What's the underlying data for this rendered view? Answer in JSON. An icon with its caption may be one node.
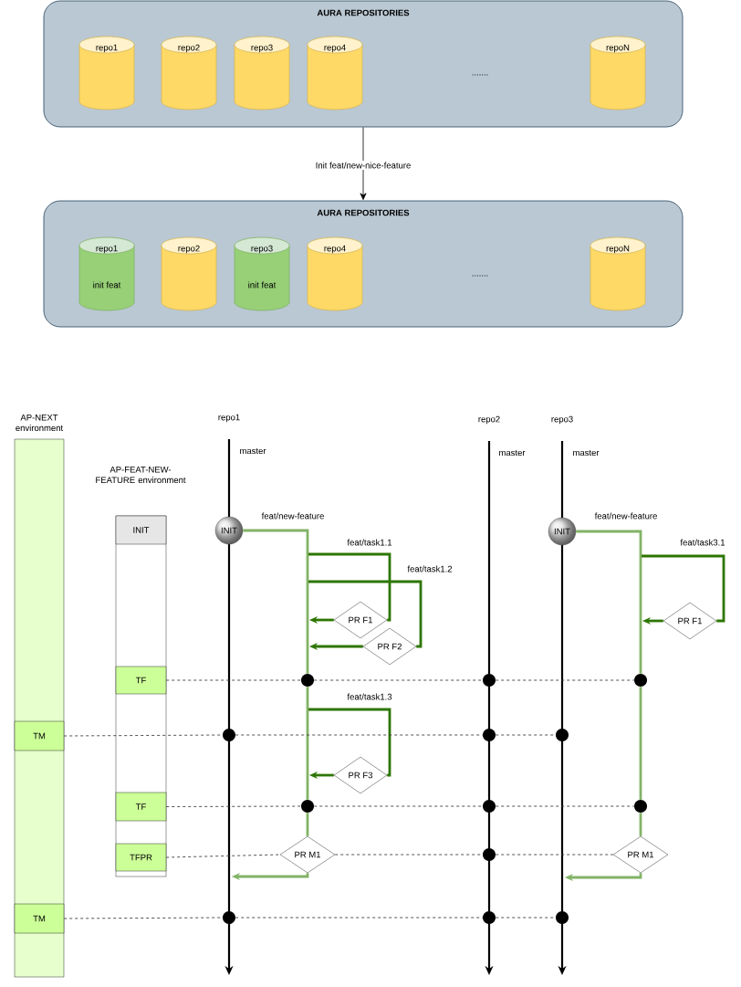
{
  "diagram": {
    "nodes": [
      {
        "text": [
          "AURA REPOSITORIES"
        ]
      },
      {
        "text": [
          "repo1"
        ],
        "in": 0
      },
      {
        "text": [
          "repo2"
        ],
        "in": 0
      },
      {
        "text": [
          "repo3"
        ],
        "in": 0
      },
      {
        "text": [
          "repo4"
        ],
        "in": 0
      },
      {
        "text": [
          "repoN"
        ],
        "in": 0
      },
      {
        "text": [
          "AURA REPOSITORIES"
        ]
      },
      {
        "text": [
          "repo1",
          "init feat"
        ],
        "in": 6
      },
      {
        "text": [
          "repo2"
        ],
        "in": 6
      },
      {
        "text": [
          "repo3",
          "init feat"
        ],
        "in": 6
      },
      {
        "text": [
          "repo4"
        ],
        "in": 6
      },
      {
        "text": [
          "repoN"
        ],
        "in": 6
      },
      {
        "text": [
          "AP-NEXT environment"
        ]
      },
      {
        "text": [
          "TM"
        ],
        "in": 12
      },
      {
        "text": [
          "TM"
        ],
        "in": 12
      },
      {
        "text": [
          "AP-FEAT-NEW-FEATURE environment"
        ]
      },
      {
        "text": [
          "INIT"
        ],
        "in": 15
      },
      {
        "text": [
          "TF"
        ],
        "in": 15
      },
      {
        "text": [
          "TF"
        ],
        "in": 15
      },
      {
        "text": [
          "TFPR"
        ],
        "in": 15
      },
      {
        "text": [
          "INIT"
        ]
      },
      {
        "text": [
          "INIT"
        ]
      },
      {
        "text": [
          "PR F1"
        ]
      },
      {
        "text": [
          "PR F2"
        ]
      },
      {
        "text": [
          "PR F3"
        ]
      },
      {
        "text": [
          "PR M1"
        ]
      },
      {
        "text": [
          "PR F1"
        ]
      },
      {
        "text": [
          "PR M1"
        ]
      },
      {
        "text": [],
        "shape": "circle"
      },
      {
        "text": [],
        "shape": "circle"
      },
      {
        "text": [],
        "shape": "circle"
      },
      {
        "text": [],
        "shape": "circle"
      },
      {
        "text": [],
        "shape": "circle"
      },
      {
        "text": [],
        "shape": "circle"
      },
      {
        "text": [],
        "shape": "circle"
      },
      {
        "text": [],
        "shape": "circle"
      },
      {
        "text": [],
        "shape": "circle"
      },
      {
        "text": [],
        "shape": "circle"
      },
      {
        "text": [],
        "shape": "circle"
      },
      {
        "text": [],
        "shape": "circle"
      },
      {
        "text": [],
        "shape": "circle"
      }
    ],
    "edges": [
      {
        "from": 0,
        "to": 6,
        "arrow": "to",
        "label": "Init feat/new-nice-feature"
      },
      {
        "from": 20,
        "to": 28,
        "arrow": "none",
        "label": "feat/new-feature",
        "style": "thick",
        "color": "#82b366"
      },
      {
        "from": 28,
        "to": 34,
        "arrow": "none",
        "style": "thick",
        "color": "#82b366"
      },
      {
        "from": 34,
        "to": 25,
        "arrow": "none",
        "style": "thick",
        "color": "#82b366"
      },
      {
        "from": 25,
        "to": null,
        "arrow": "to",
        "style": "thick",
        "color": "#82b366"
      },
      {
        "from": 21,
        "to": 30,
        "arrow": "none",
        "label": "feat/new-feature",
        "style": "thick",
        "color": "#82b366"
      },
      {
        "from": 30,
        "to": 36,
        "arrow": "none",
        "style": "thick",
        "color": "#82b366"
      },
      {
        "from": 36,
        "to": 27,
        "arrow": "none",
        "style": "thick",
        "color": "#82b366"
      },
      {
        "from": 27,
        "to": null,
        "arrow": "to",
        "style": "thick",
        "color": "#82b366"
      },
      {
        "from": null,
        "to": 22,
        "arrow": "none",
        "label": "feat/task1.1",
        "style": "thick",
        "color": "#2d7600"
      },
      {
        "from": 22,
        "to": null,
        "arrow": "to",
        "style": "thick",
        "color": "#2d7600"
      },
      {
        "from": null,
        "to": 23,
        "arrow": "none",
        "label": "feat/task1.2",
        "style": "thick",
        "color": "#2d7600"
      },
      {
        "from": 23,
        "to": null,
        "arrow": "to",
        "style": "thick",
        "color": "#2d7600"
      },
      {
        "from": null,
        "to": 24,
        "arrow": "none",
        "label": "feat/task1.3",
        "style": "thick",
        "color": "#2d7600"
      },
      {
        "from": 24,
        "to": null,
        "arrow": "to",
        "style": "thick",
        "color": "#2d7600"
      },
      {
        "from": null,
        "to": 26,
        "arrow": "none",
        "label": "feat/task3.1",
        "style": "thick",
        "color": "#2d7600"
      },
      {
        "from": 26,
        "to": null,
        "arrow": "to",
        "style": "thick",
        "color": "#2d7600"
      },
      {
        "from": 17,
        "to": 28,
        "arrow": "none",
        "style": "dashed"
      },
      {
        "from": 28,
        "to": 29,
        "arrow": "none",
        "style": "dashed"
      },
      {
        "from": 29,
        "to": 30,
        "arrow": "none",
        "style": "dashed"
      },
      {
        "from": 13,
        "to": 31,
        "arrow": "none",
        "style": "dashed"
      },
      {
        "from": 31,
        "to": 32,
        "arrow": "none",
        "style": "dashed"
      },
      {
        "from": 32,
        "to": 33,
        "arrow": "none",
        "style": "dashed"
      },
      {
        "from": 18,
        "to": 34,
        "arrow": "none",
        "style": "dashed"
      },
      {
        "from": 34,
        "to": 35,
        "arrow": "none",
        "style": "dashed"
      },
      {
        "from": 35,
        "to": 36,
        "arrow": "none",
        "style": "dashed"
      },
      {
        "from": 19,
        "to": 25,
        "arrow": "none",
        "style": "dashed"
      },
      {
        "from": 25,
        "to": 37,
        "arrow": "none",
        "style": "dashed"
      },
      {
        "from": 37,
        "to": 27,
        "arrow": "none",
        "style": "dashed"
      },
      {
        "from": 14,
        "to": 38,
        "arrow": "none",
        "style": "dashed"
      },
      {
        "from": 38,
        "to": 39,
        "arrow": "none",
        "style": "dashed"
      },
      {
        "from": 39,
        "to": 40,
        "arrow": "none",
        "style": "dashed"
      }
    ],
    "labels": [
      ".......",
      ".......",
      "repo1",
      "master",
      "repo2",
      "master",
      "repo3",
      "master"
    ]
  }
}
